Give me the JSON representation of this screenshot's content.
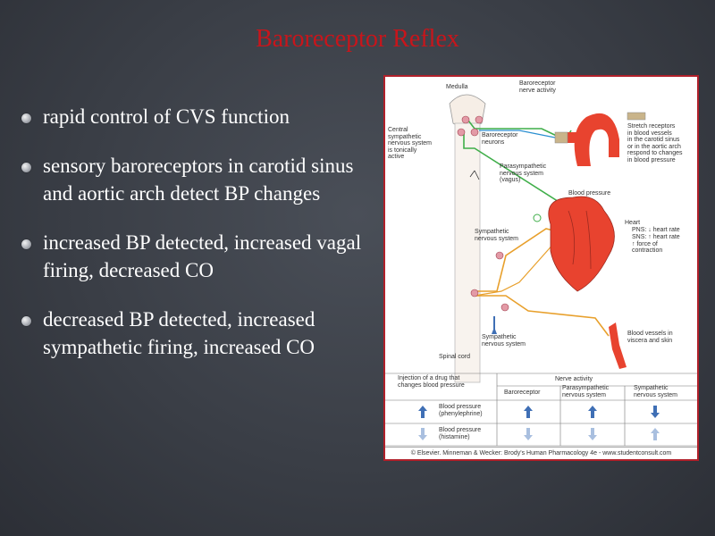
{
  "slide": {
    "title": "Baroreceptor Reflex",
    "bullets": [
      "rapid control of CVS function",
      "sensory baroreceptors in carotid sinus and aortic arch detect BP changes",
      "increased BP detected, increased vagal firing, decreased CO",
      "decreased BP detected, increased sympathetic firing, increased CO"
    ]
  },
  "figure": {
    "labels": {
      "medulla": "Medulla",
      "baroreceptor_nerve_activity": "Baroreceptor\nnerve activity",
      "central_sympathetic": "Central\nsympathetic\nnervous system\nis tonically\nactive",
      "baroreceptor_neurons": "Baroreceptor\nneurons",
      "stretch_receptors": "Stretch receptors\nin blood vessels\nin the carotid sinus\nor in the aortic arch\nrespond to changes\nin blood pressure",
      "parasympathetic": "Parasympathetic\nnervous system\n(vagus)",
      "blood_pressure": "Blood pressure",
      "heart": "Heart",
      "pns": "PNS: ↓ heart rate",
      "sns": "SNS: ↑ heart rate\n↑ force of\ncontraction",
      "sympathetic_1": "Sympathetic\nnervous system",
      "sympathetic_2": "Sympathetic\nnervous system",
      "spinal_cord": "Spinal cord",
      "blood_vessels": "Blood vessels in\nviscera and skin"
    },
    "table": {
      "col_injection": "Injection of a drug that\nchanges blood pressure",
      "col_nerve_activity": "Nerve activity",
      "col_baroreceptor": "Baroreceptor",
      "col_parasympathetic": "Parasympathetic\nnervous system",
      "col_sympathetic": "Sympathetic\nnervous system",
      "row1": "Blood pressure\n(phenylephrine)",
      "row2": "Blood pressure\n(histamine)",
      "row1_arrows": [
        "up",
        "up",
        "up",
        "down"
      ],
      "row2_arrows": [
        "down",
        "down",
        "down",
        "up"
      ]
    },
    "copyright": "© Elsevier. Minneman & Wecker: Brody's Human Pharmacology 4e - www.studentconsult.com"
  },
  "colors": {
    "title": "#c8151b",
    "parasympathetic_line": "#3fae49",
    "sympathetic_line": "#e8a02c",
    "baroreceptor_line": "#2a8fd0",
    "artery": "#e8432f",
    "arrow_blue": "#3f6fb5"
  }
}
